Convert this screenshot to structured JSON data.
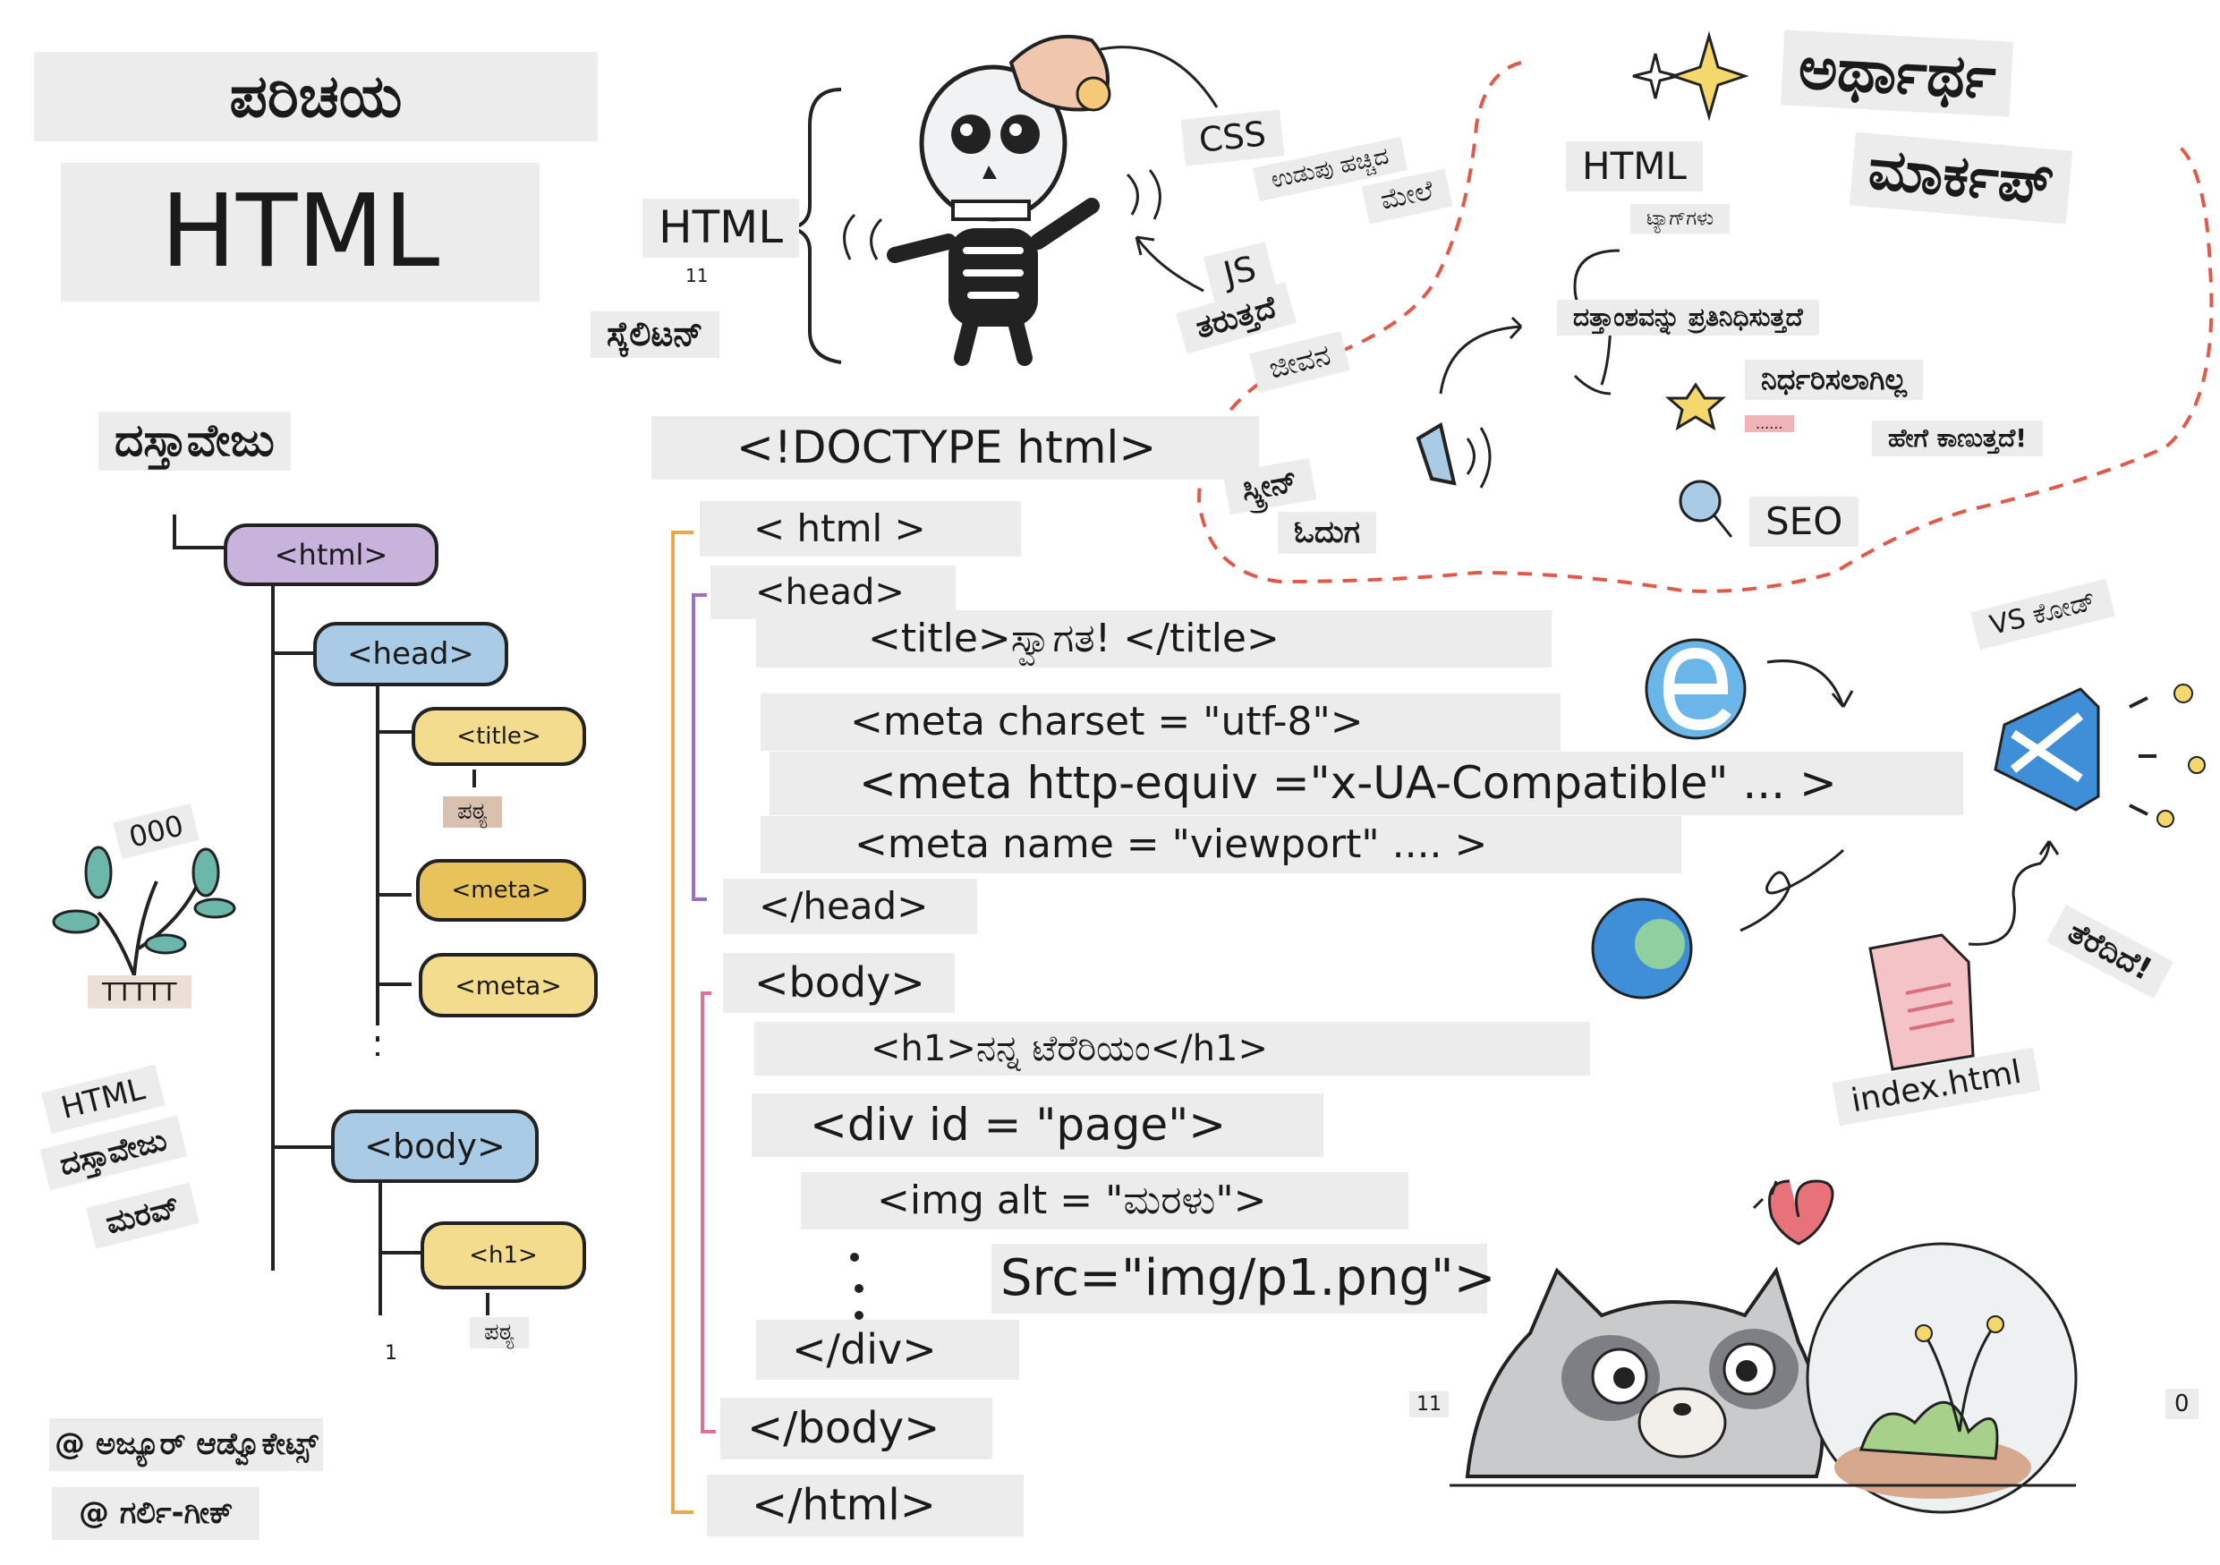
{
  "header": {
    "intro": "ಪರಿಚಯ",
    "html": "HTML"
  },
  "skeleton": {
    "html_label": "HTML",
    "small_num": "11",
    "skeleton_label": "ಸ್ಕೆಲಿಟನ್",
    "css": "CSS",
    "css_note_1": "ಉಡುಪು ಹಚ್ಚಿದ",
    "css_note_2": "ಮೇಲೆ",
    "js": "JS",
    "js_note_1": "ತರುತ್ತದೆ",
    "js_note_2": "ಜೀವನ"
  },
  "semantic": {
    "title_1": "ಅರ್ಥಾರ್ಥ",
    "title_2": "ಮಾರ್ಕಪ್",
    "html": "HTML",
    "tags": "ಟ್ಯಾಗ್‌ಗಳು",
    "represents": "ದತ್ತಾಂಶವನ್ನು ಪ್ರತಿನಿಧಿಸುತ್ತದೆ",
    "not_defined": "ನಿರ್ಧರಿಸಲಾಗಿಲ್ಲ",
    "dots": "......",
    "how_it_looks": "ಹೇಗೆ ಕಾಣುತ್ತದೆ!",
    "screen_reader_1": "ಸ್ಕ್ರೀನ್",
    "screen_reader_2": "ಓದುಗ",
    "seo": "SEO"
  },
  "document_tree": {
    "heading": "ದಸ್ತಾವೇಜು",
    "nodes": {
      "html": "<html>",
      "head": "<head>",
      "title": "<title>",
      "title_text": "ಪಠ್ಯ",
      "meta1": "<meta>",
      "meta2": "<meta>",
      "body": "<body>",
      "h1": "<h1>",
      "h1_text": "ಪಠ್ಯ",
      "one": "1"
    },
    "plant_tag_1": "000",
    "plant_tag_2": "TTTTT",
    "side_1": "HTML",
    "side_2": "ದಸ್ತಾವೇಜು",
    "side_3": "ಮರವ್"
  },
  "code": {
    "doctype": "<!DOCTYPE html>",
    "html_open": "< html >",
    "head_open": "<head>",
    "title": "<title>ಸ್ವಾಗತ! </title>",
    "meta_charset": "<meta charset = \"utf-8\">",
    "meta_http": "<meta http-equiv =\"x-UA-Compatible\" ... >",
    "meta_viewport": "<meta name = \"viewport\" .... >",
    "head_close": "</head>",
    "body_open": "<body>",
    "h1": "<h1>ನನ್ನ ಟೆರೆರಿಯಂ</h1>",
    "div_open": "<div id = \"page\">",
    "img": "<img alt = \"ಮರಳು\">",
    "src": "Src=\"img/p1.png\">",
    "div_close": "</div>",
    "body_close": "</body>",
    "html_close": "</html>"
  },
  "tools": {
    "vscode": "VS ಕೋಡ್",
    "index": "index.html",
    "opened": "ತೆರೆದಿದೆ!"
  },
  "bottom": {
    "num_11": "11",
    "num_0": "0"
  },
  "credits": {
    "line1": "@ ಅಜ್ಯೂರ್ ಆಡ್ವೊಕೇಟ್ಸ್",
    "line2": "@ ಗರ್ಲಿ-ಗೀಕ್"
  },
  "colors": {
    "label_bg": "#ececec",
    "purple": "#c7b3dc",
    "blue": "#a9cbe6",
    "yellow": "#f3dc8e",
    "gold": "#e8c25a",
    "dash_red": "#e05a4a",
    "bracket_orange": "#e8a94a",
    "bracket_purple": "#9d6fc2",
    "bracket_pink": "#e0709a"
  }
}
